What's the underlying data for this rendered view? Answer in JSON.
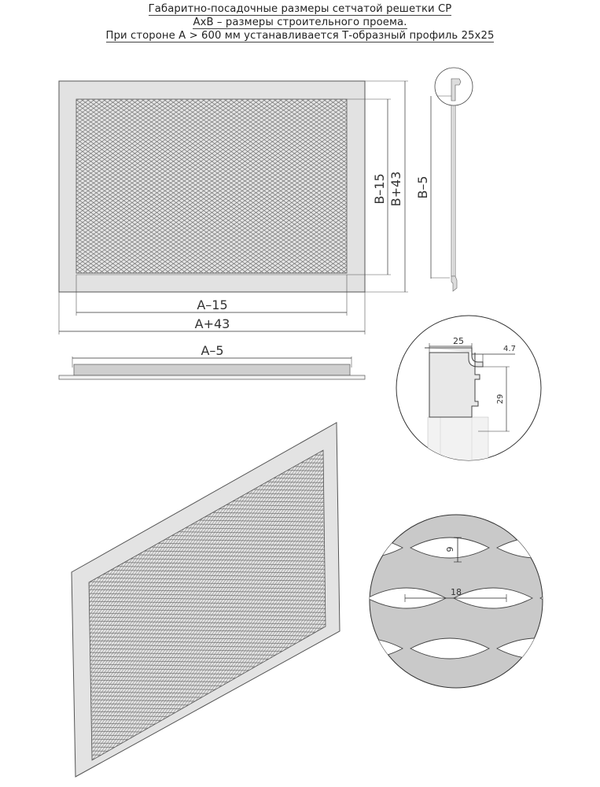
{
  "header": {
    "line1": "Габаритно-посадочные размеры сетчатой решетки СР",
    "line2": "АхВ – размеры строительного проема.",
    "line3": "При стороне А > 600 мм устанавливается Т-образный профиль 25х25"
  },
  "front_view": {
    "dim_a_inner": "А–15",
    "dim_a_outer": "А+43",
    "dim_b_inner": "В–15",
    "dim_b_outer": "В+43"
  },
  "side_view": {
    "dim_b": "В–5"
  },
  "bottom_view": {
    "dim_a": "А–5"
  },
  "profile_detail": {
    "width": "25",
    "lip": "4.7",
    "height": "29"
  },
  "mesh_detail": {
    "cell_height": "9",
    "cell_length": "18"
  }
}
